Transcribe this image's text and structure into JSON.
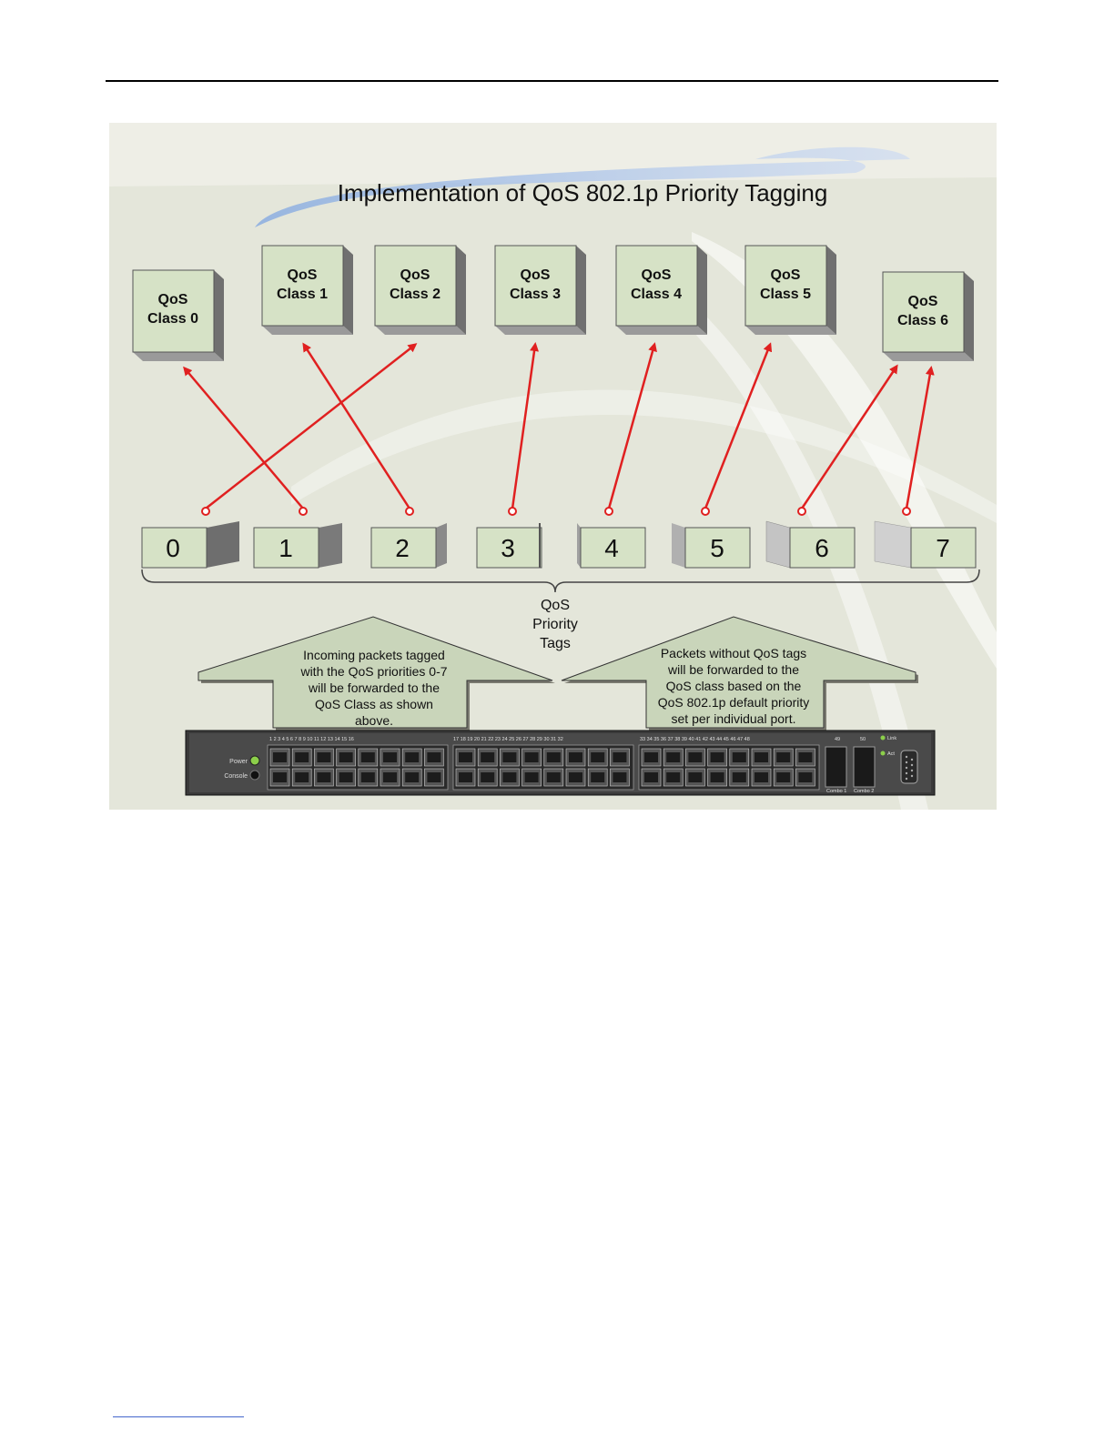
{
  "figure": {
    "title": "Implementation of QoS 802.1p Priority Tagging",
    "classes": [
      {
        "line1": "QoS",
        "line2": "Class 0"
      },
      {
        "line1": "QoS",
        "line2": "Class 1"
      },
      {
        "line1": "QoS",
        "line2": "Class 2"
      },
      {
        "line1": "QoS",
        "line2": "Class 3"
      },
      {
        "line1": "QoS",
        "line2": "Class 4"
      },
      {
        "line1": "QoS",
        "line2": "Class 5"
      },
      {
        "line1": "QoS",
        "line2": "Class 6"
      }
    ],
    "tags": [
      "0",
      "1",
      "2",
      "3",
      "4",
      "5",
      "6",
      "7"
    ],
    "tag_label": {
      "line1": "QoS",
      "line2": "Priority",
      "line3": "Tags"
    },
    "mapping": [
      {
        "tag": "0",
        "class": "QoS Class 2"
      },
      {
        "tag": "1",
        "class": "QoS Class 0"
      },
      {
        "tag": "2",
        "class": "QoS Class 1"
      },
      {
        "tag": "3",
        "class": "QoS Class 3"
      },
      {
        "tag": "4",
        "class": "QoS Class 4"
      },
      {
        "tag": "5",
        "class": "QoS Class 5"
      },
      {
        "tag": "6",
        "class": "QoS Class 6"
      },
      {
        "tag": "7",
        "class": "QoS Class 6"
      }
    ],
    "left_note": {
      "line1": "Incoming packets tagged",
      "line2": "with the QoS priorities 0-7",
      "line3": "will be forwarded to the",
      "line4": "QoS Class as shown",
      "line5": "above."
    },
    "right_note": {
      "line1": "Packets without QoS tags",
      "line2": "will be forwarded to the",
      "line3": "QoS class based on the",
      "line4": "QoS 802.1p default priority",
      "line5": "set per individual port."
    },
    "switch": {
      "power_label": "Power",
      "console_label": "Console",
      "link_label": "Link",
      "act_label": "Act",
      "combo1_label": "Combo 1",
      "combo2_label": "Combo 2",
      "port_numbers_1": "1  2  3  4  5  6  7  8  9 10 11 12 13 14 15 16",
      "port_numbers_2": "17 18 19 20 21 22 23 24 25 26 27 28 29 30 31 32",
      "port_numbers_3": "33 34 35 36 37 38 39 40 41 42 43 44 45 46 47 48",
      "port_49": "49",
      "port_50": "50"
    },
    "colors": {
      "background": "#eeeee6",
      "box_face": "#d8e4c8",
      "box_side": "#8c8c8c",
      "arrow": "#e02020",
      "callout": "#c8d4b8",
      "swirl": "#a8c0e8"
    }
  }
}
